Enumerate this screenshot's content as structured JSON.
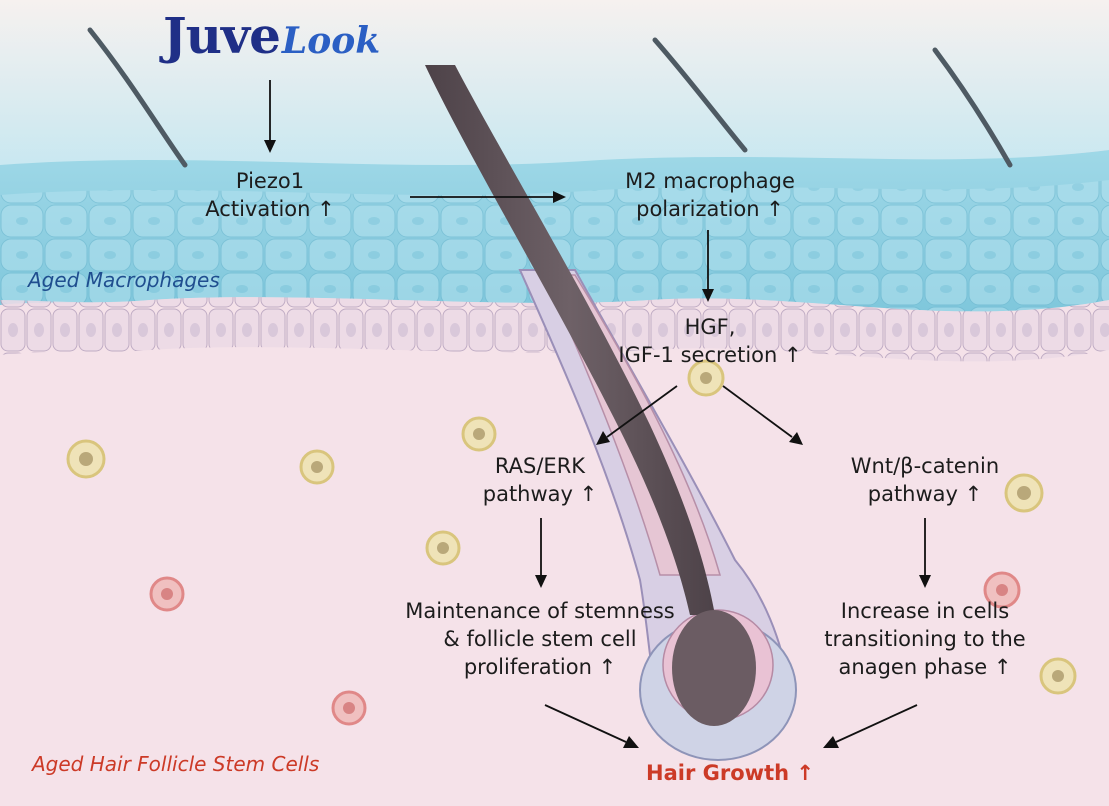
{
  "logo": {
    "part1": "Juve",
    "part2": "Look"
  },
  "labels": {
    "piezo": [
      "Piezo1",
      "Activation ↑"
    ],
    "m2": [
      "M2 macrophage",
      "polarization ↑"
    ],
    "hgf": [
      "HGF,",
      "IGF-1 secretion ↑"
    ],
    "ras": [
      "RAS/ERK",
      "pathway ↑"
    ],
    "wnt": [
      "Wnt/β-catenin",
      "pathway ↑"
    ],
    "maint": [
      "Maintenance of stemness",
      "& follicle stem cell",
      "proliferation ↑"
    ],
    "increase": [
      "Increase in cells",
      "transitioning to the",
      "anagen phase ↑"
    ],
    "hair": "Hair Growth ↑"
  },
  "side_labels": {
    "macrophages": "Aged Macrophages",
    "stem_cells": "Aged Hair Follicle Stem Cells"
  },
  "colors": {
    "skin_top": "#bfe6f2",
    "epidermis": "#8fd2e3",
    "dermis": "#f4dde6",
    "hair": "#5e5258",
    "side_macro": "#1f4e8f",
    "side_stem": "#cc3a27",
    "hair_growth": "#cc3a27"
  }
}
